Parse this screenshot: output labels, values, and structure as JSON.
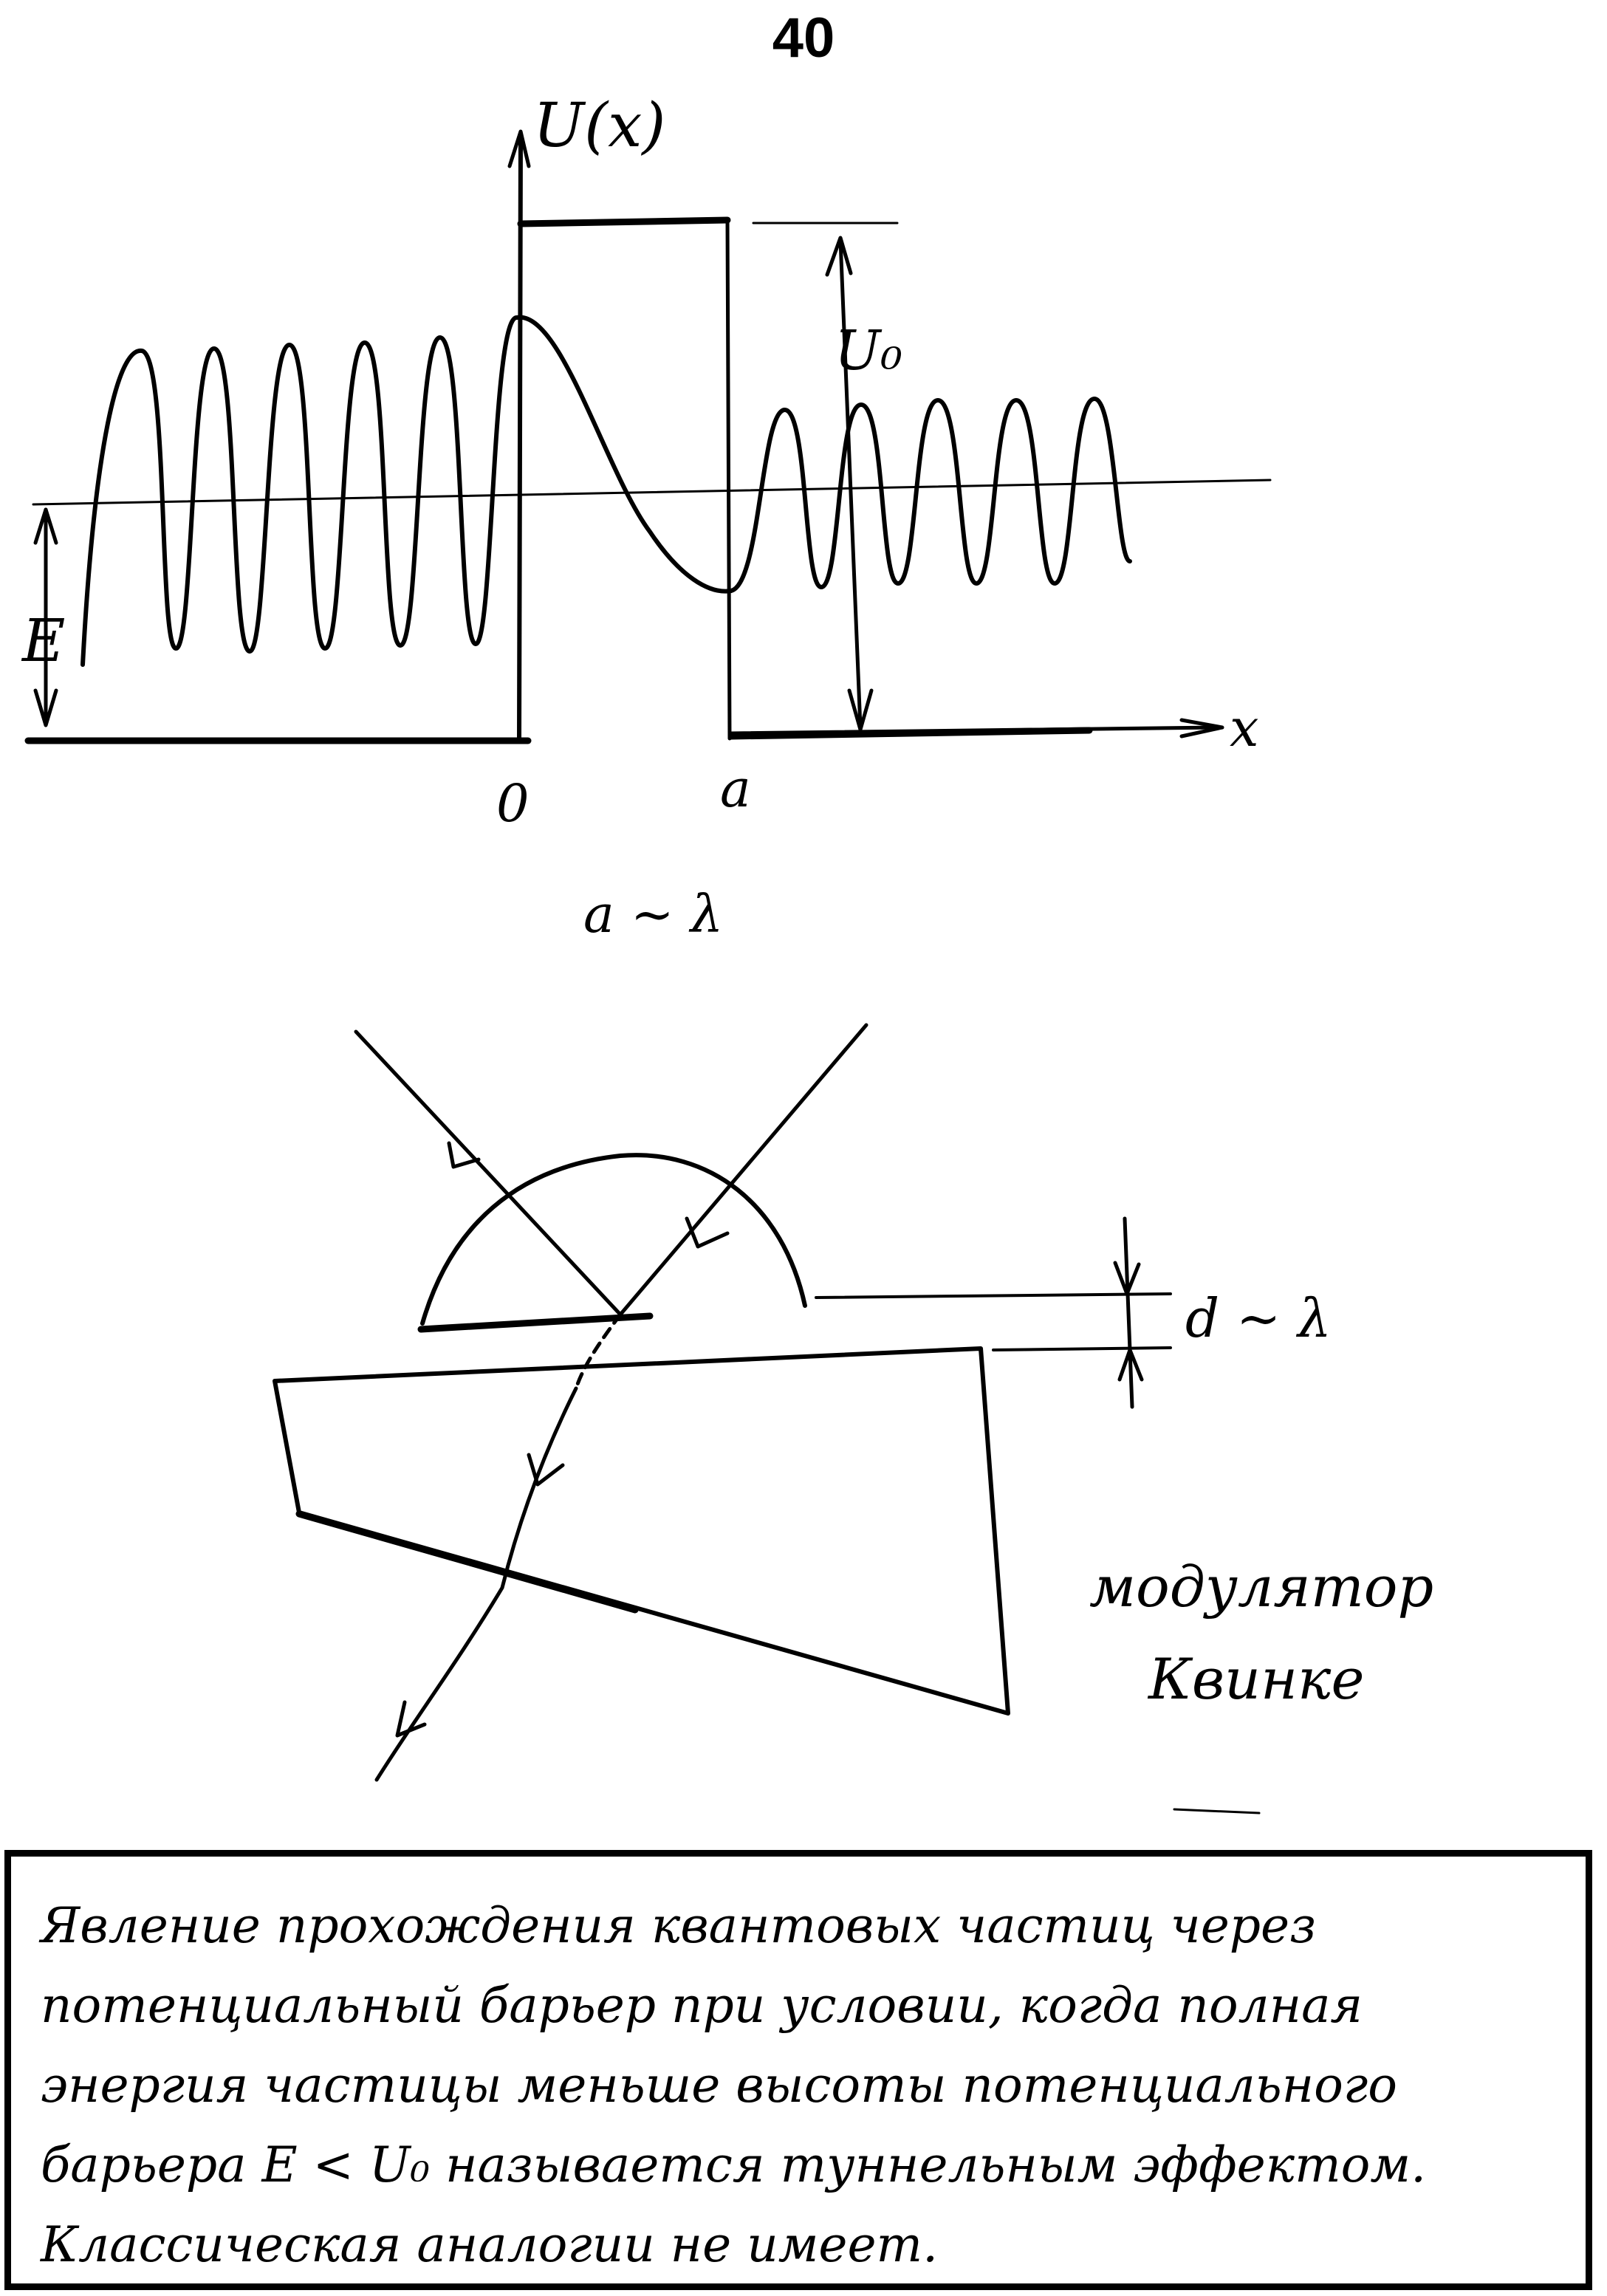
{
  "page_number": "40",
  "barrier_plot": {
    "y_axis_label": "U(x)",
    "x_axis_label": "x",
    "barrier_height_label": "U₀",
    "energy_label": "E",
    "tick_origin": "0",
    "tick_width": "a",
    "condition": "a ~ λ"
  },
  "prism_sketch": {
    "gap_label": "d ~ λ",
    "caption_line1": "модулятор",
    "caption_line2": "Квинке"
  },
  "explanation": "Явление прохождения квантовых частиц через потенциальный барьер при условии, когда полная энергия частицы меньше высоты потенциального барьера E < U₀ называется туннельным эффектом. Классическая аналогии не имеет."
}
